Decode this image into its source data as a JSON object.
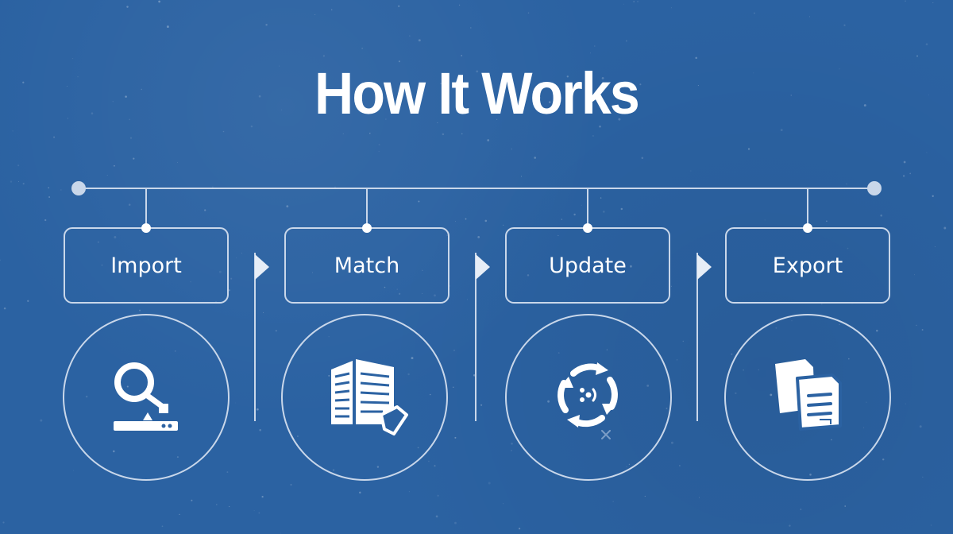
{
  "title": "How It Works",
  "steps": [
    {
      "label": "Import",
      "icon": "magnifier-icon"
    },
    {
      "label": "Match",
      "icon": "document-stack-icon"
    },
    {
      "label": "Update",
      "icon": "sync-cycle-icon"
    },
    {
      "label": "Export",
      "icon": "files-icon"
    }
  ],
  "colors": {
    "background": "#2b62a2",
    "line": "#c9d7ea",
    "text": "#ffffff"
  }
}
